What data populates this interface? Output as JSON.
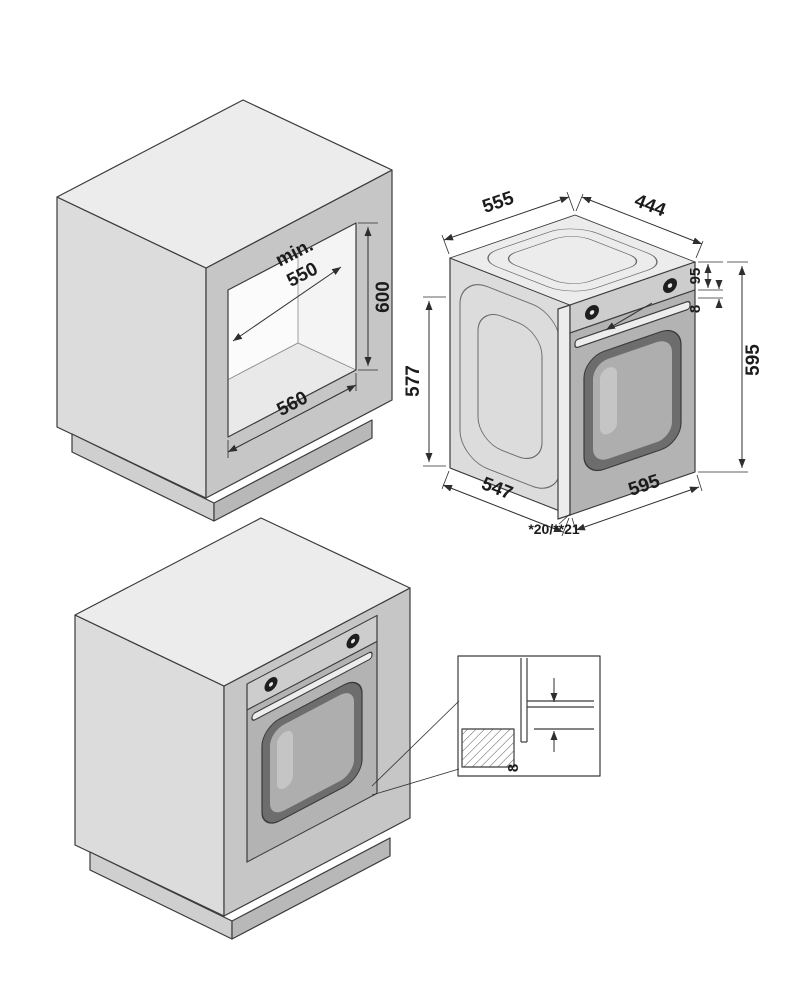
{
  "colors": {
    "line": "#3b3b3b",
    "dim": "#2e2e2e",
    "face-top": "#ececec",
    "face-left": "#dcdcdc",
    "face-right": "#c6c6c6",
    "plinth-left": "#cfcfcf",
    "plinth-right": "#b8b8b8",
    "panel": "#cdcdcd",
    "door": "#b3b3b3",
    "window-frame": "#6d6d6d",
    "window-glass": "#aeaeae",
    "knob": "#1e1e1e"
  },
  "niche_figure": {
    "depth_min_label": "min.",
    "depth_min_value": "550",
    "height": "600",
    "width": "560"
  },
  "oven_figure": {
    "top_depth": "555",
    "top_width": "444",
    "panel_height": "95",
    "panel_gap": "8",
    "height": "595",
    "front_height": "577",
    "depth": "547",
    "width": "595",
    "protrusion_note": "*20/**21"
  },
  "detail_figure": {
    "bottom_gap": "8"
  }
}
